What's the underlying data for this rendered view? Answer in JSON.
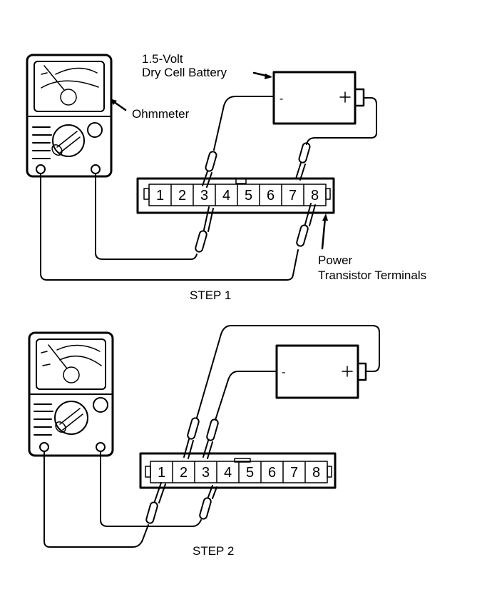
{
  "diagram": {
    "labels": {
      "battery_line1": "1.5-Volt",
      "battery_line2": "Dry Cell Battery",
      "ohmmeter": "Ohmmeter",
      "power_line1": "Power",
      "power_line2": "Transistor Terminals",
      "battery_minus": "-",
      "battery_plus": "+"
    },
    "steps": [
      {
        "title": "STEP 1",
        "terminals": [
          "1",
          "2",
          "3",
          "4",
          "5",
          "6",
          "7",
          "8"
        ],
        "ohmmeter_leads": [
          "3",
          "8"
        ],
        "battery_negative_to": "3",
        "battery_positive_to": "7"
      },
      {
        "title": "STEP 2",
        "terminals": [
          "1",
          "2",
          "3",
          "4",
          "5",
          "6",
          "7",
          "8"
        ],
        "ohmmeter_leads": [
          "1",
          "3"
        ],
        "battery_negative_to": "3",
        "battery_positive_to": "2"
      }
    ]
  }
}
